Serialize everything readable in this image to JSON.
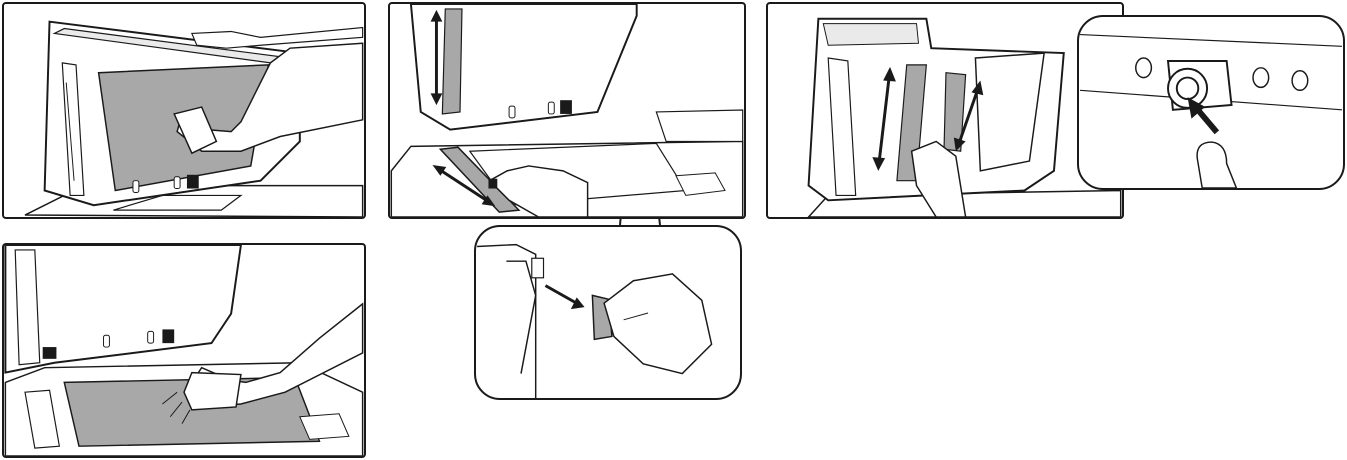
{
  "illustrations": [
    {
      "id": "panel-1",
      "icon": "wipe-document-cover-icon"
    },
    {
      "id": "panel-2",
      "icon": "wipe-scanning-glass-strip-icon"
    },
    {
      "id": "panel-3",
      "icon": "open-feeder-cover-icon"
    },
    {
      "id": "panel-4",
      "icon": "wipe-platen-glass-icon"
    }
  ],
  "callouts": [
    {
      "id": "inset-2",
      "icon": "remove-cleaner-icon"
    },
    {
      "id": "inset-3",
      "icon": "press-button-icon"
    }
  ],
  "colors": {
    "line": "#1a1a1a",
    "glass": "#a8a8a8",
    "cloth": "#ffffff",
    "background": "#ffffff"
  }
}
